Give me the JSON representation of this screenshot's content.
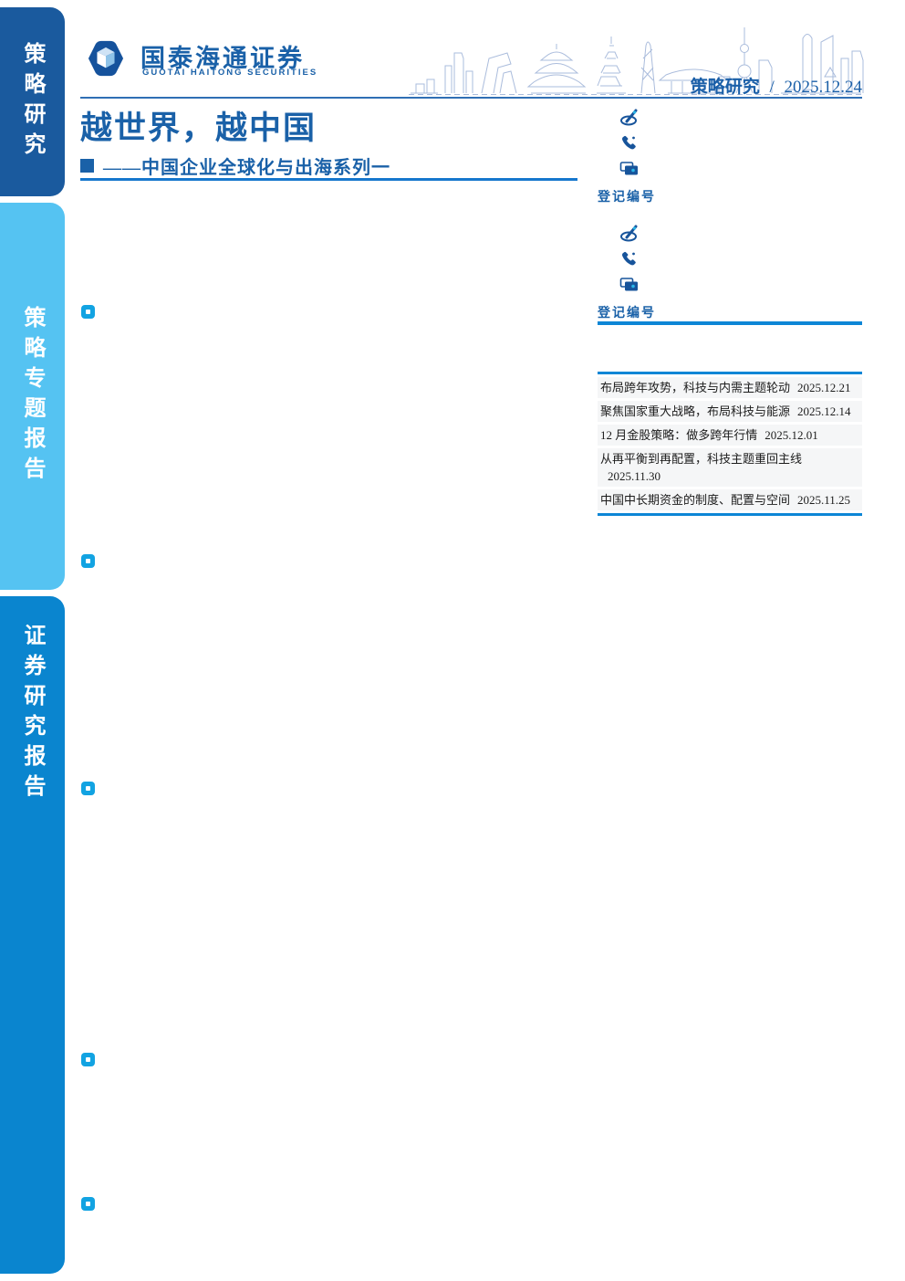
{
  "sidebar": {
    "top_label": "策略研究",
    "middle_label": "策略专题报告",
    "bottom_label": "证券研究报告"
  },
  "brand": {
    "name_cn": "国泰海通证券",
    "name_en": "GUOTAI HAITONG SECURITIES"
  },
  "header_meta": {
    "category": "策略研究",
    "separator": "/",
    "date": "2025.12.24"
  },
  "report_header": {
    "title": "越世界，越中国",
    "subtitle": "——中国企业全球化与出海系列一"
  },
  "analysts": [
    {
      "reg_label": "登记编号"
    },
    {
      "reg_label": "登记编号"
    }
  ],
  "related_reports": {
    "items": [
      {
        "title": "布局跨年攻势，科技与内需主题轮动",
        "date": "2025.12.21"
      },
      {
        "title": "聚焦国家重大战略，布局科技与能源",
        "date": "2025.12.14"
      },
      {
        "title": "12 月金股策略：做多跨年行情",
        "date": "2025.12.01"
      },
      {
        "title": "从再平衡到再配置，科技主题重回主线",
        "date": "2025.11.30"
      },
      {
        "title": "中国中长期资金的制度、配置与空间",
        "date": "2025.11.25"
      }
    ]
  },
  "colors": {
    "brand_blue": "#1a61a8",
    "sidebar_top": "#1a5a9e",
    "sidebar_middle": "#55c3f2",
    "sidebar_bottom": "#0a85cf",
    "accent_rule": "#0d86d6",
    "subtitle_rule": "#1677cd",
    "header_rule": "#2f6fb5",
    "bullet_cyan": "#12a3e2",
    "icon_navy": "#17549b",
    "skyline_line": "#aabcdc",
    "table_row_bg": "#f5f6f7",
    "table_text": "#1c1c1c"
  }
}
